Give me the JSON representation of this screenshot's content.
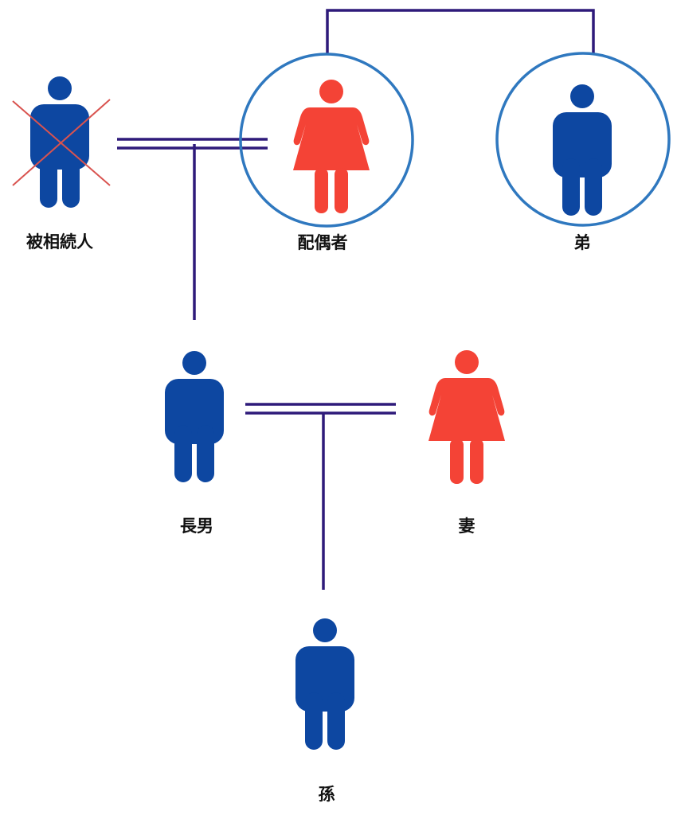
{
  "colors": {
    "male": "#0d47a1",
    "female": "#f44336",
    "line": "#2e1a7a",
    "circle": "#2f78bf",
    "cross": "#d9534f"
  },
  "people": {
    "decedent": {
      "label": "被相続人",
      "gender": "male",
      "deceased": true,
      "highlighted": false
    },
    "spouse": {
      "label": "配偶者",
      "gender": "female",
      "deceased": false,
      "highlighted": true
    },
    "brother": {
      "label": "弟",
      "gender": "male",
      "deceased": false,
      "highlighted": true
    },
    "eldest_son": {
      "label": "長男",
      "gender": "male",
      "deceased": false,
      "highlighted": false
    },
    "wife": {
      "label": "妻",
      "gender": "female",
      "deceased": false,
      "highlighted": false
    },
    "grandchild": {
      "label": "孫",
      "gender": "male",
      "deceased": false,
      "highlighted": false
    }
  },
  "relations": [
    {
      "type": "marriage",
      "between": [
        "decedent",
        "spouse"
      ]
    },
    {
      "type": "marriage",
      "between": [
        "eldest_son",
        "wife"
      ]
    },
    {
      "type": "parent-child",
      "parents": [
        "decedent",
        "spouse"
      ],
      "child": "eldest_son"
    },
    {
      "type": "parent-child",
      "parents": [
        "eldest_son",
        "wife"
      ],
      "child": "grandchild"
    },
    {
      "type": "sibling",
      "between": [
        "spouse",
        "brother"
      ]
    }
  ]
}
